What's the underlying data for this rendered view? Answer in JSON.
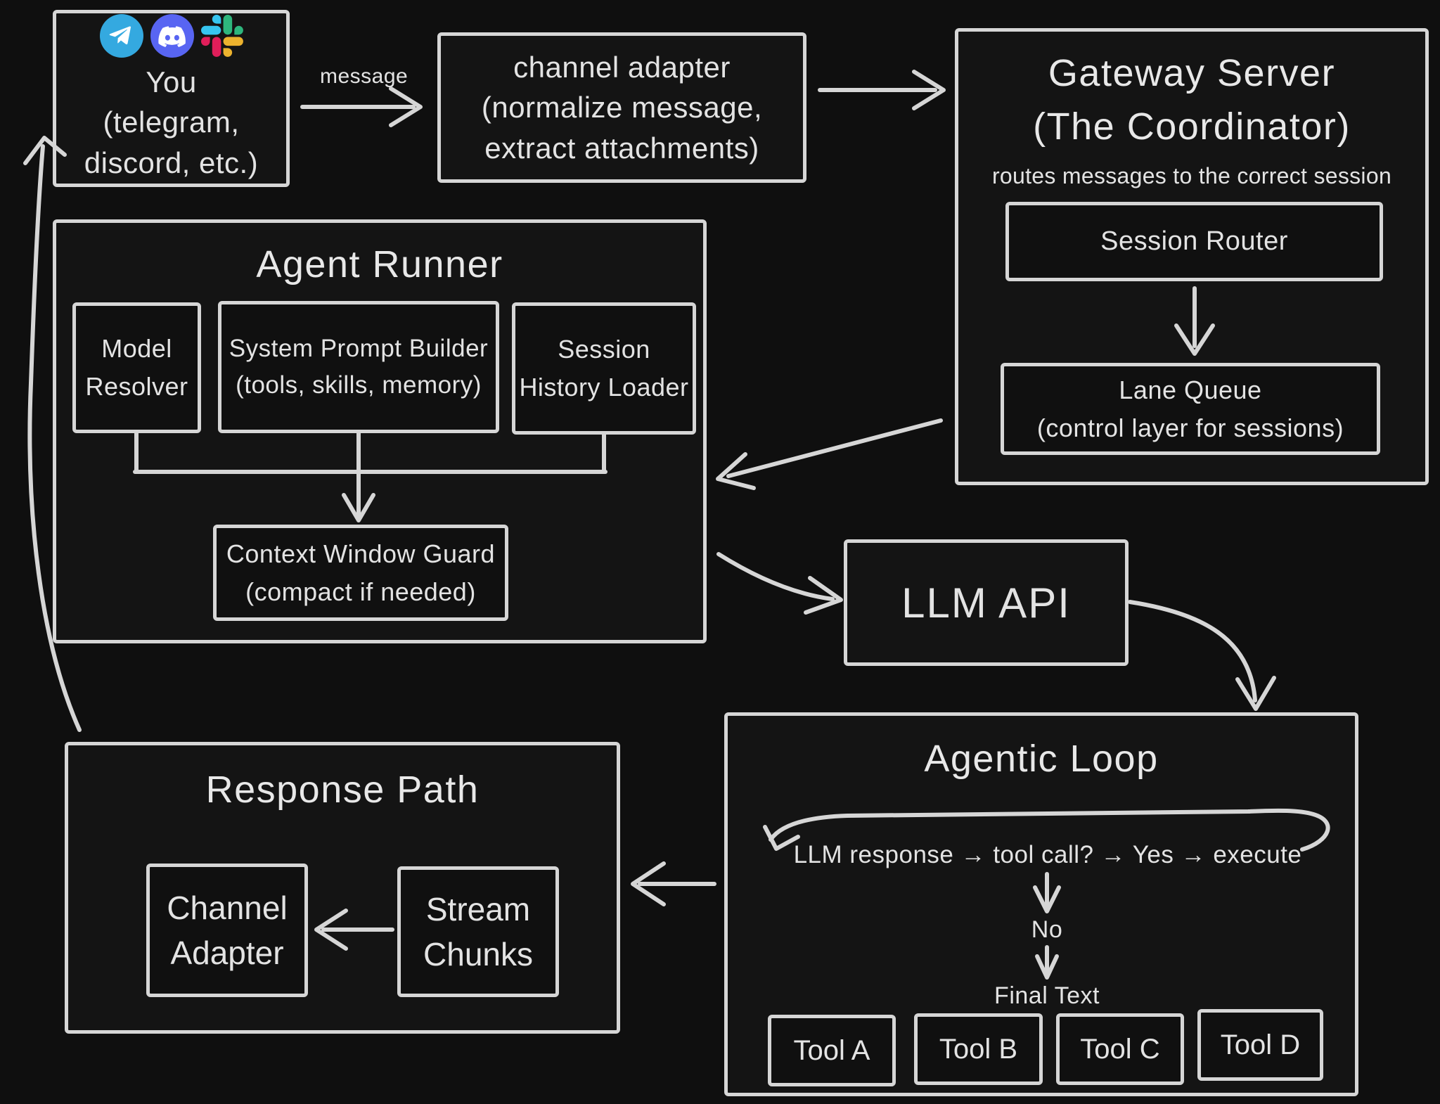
{
  "nodes": {
    "you": {
      "lines": [
        "You",
        "(telegram,",
        "discord, etc.)"
      ],
      "icons": [
        "telegram-icon",
        "discord-icon",
        "slack-icon"
      ]
    },
    "channel_adapter_in": {
      "lines": [
        "channel adapter",
        "(normalize message,",
        "extract attachments)"
      ]
    },
    "gateway": {
      "title_lines": [
        "Gateway Server",
        "(The Coordinator)"
      ],
      "subtitle": "routes messages to the correct session",
      "session_router": "Session Router",
      "lane_queue_lines": [
        "Lane Queue",
        "(control layer for sessions)"
      ]
    },
    "agent_runner": {
      "title": "Agent Runner",
      "model_resolver_lines": [
        "Model",
        "Resolver"
      ],
      "system_prompt_builder_lines": [
        "System Prompt Builder",
        "(tools, skills, memory)"
      ],
      "session_history_loader_lines": [
        "Session",
        "History Loader"
      ],
      "context_window_guard_lines": [
        "Context Window Guard",
        "(compact if needed)"
      ]
    },
    "llm_api": {
      "label": "LLM API"
    },
    "agentic_loop": {
      "title": "Agentic Loop",
      "loop_text": "LLM response → tool call? → Yes → execute",
      "no_label": "No",
      "final_text": "Final Text",
      "tools": [
        "Tool A",
        "Tool B",
        "Tool C",
        "Tool D"
      ]
    },
    "response_path": {
      "title": "Response Path",
      "channel_adapter_lines": [
        "Channel",
        "Adapter"
      ],
      "stream_chunks_lines": [
        "Stream",
        "Chunks"
      ]
    }
  },
  "edges": {
    "message_label": "message"
  },
  "colors": {
    "background": "#0f0f0f",
    "line": "#d6d6d6",
    "text": "#e3e3e3",
    "telegram_blue": "#34a9e0",
    "discord_blurple": "#5865f2",
    "slack_blue": "#36c5f0",
    "slack_green": "#2eb67d",
    "slack_yellow": "#ecb22e",
    "slack_red": "#e01e5a"
  }
}
